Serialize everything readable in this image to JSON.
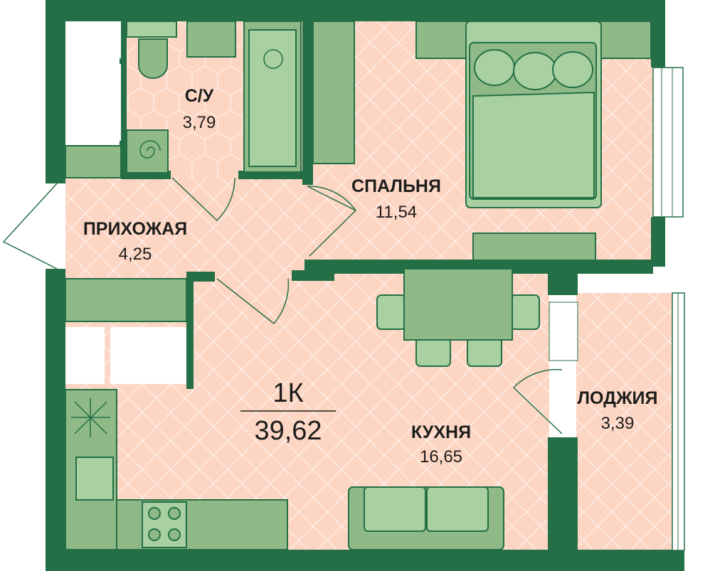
{
  "plan": {
    "type_label": "1К",
    "total_area": "39,62",
    "colors": {
      "wall": "#246f45",
      "floor": "#fdd5c3",
      "furniture": "#8fba88",
      "furniture_light": "#a8d0a0"
    },
    "rooms": [
      {
        "name": "С/У",
        "area": "3,79"
      },
      {
        "name": "СПАЛЬНЯ",
        "area": "11,54"
      },
      {
        "name": "ПРИХОЖАЯ",
        "area": "4,25"
      },
      {
        "name": "КУХНЯ",
        "area": "16,65"
      },
      {
        "name": "ЛОДЖИЯ",
        "area": "3,39"
      }
    ]
  }
}
